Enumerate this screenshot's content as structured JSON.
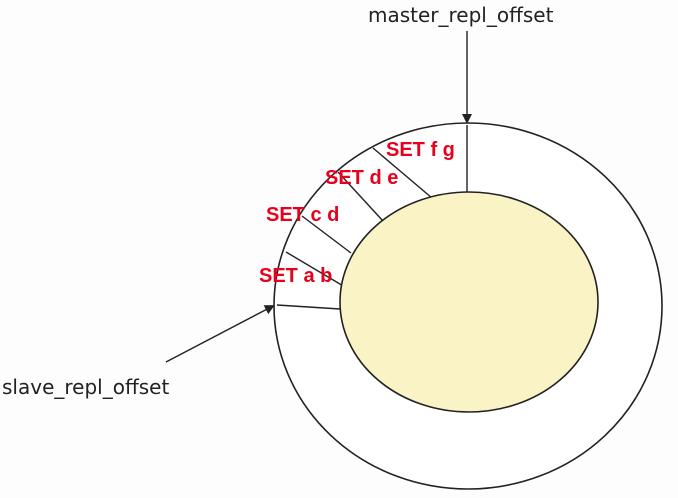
{
  "diagram": {
    "labels": {
      "master": "master_repl_offset",
      "slave": "slave_repl_offset"
    },
    "commands": [
      {
        "text": "SET a b"
      },
      {
        "text": "SET c d"
      },
      {
        "text": "SET d e"
      },
      {
        "text": "SET f g"
      }
    ],
    "colors": {
      "inner_fill": "#faf3c6",
      "stroke": "#222222",
      "command_text": "#e8001c"
    }
  }
}
